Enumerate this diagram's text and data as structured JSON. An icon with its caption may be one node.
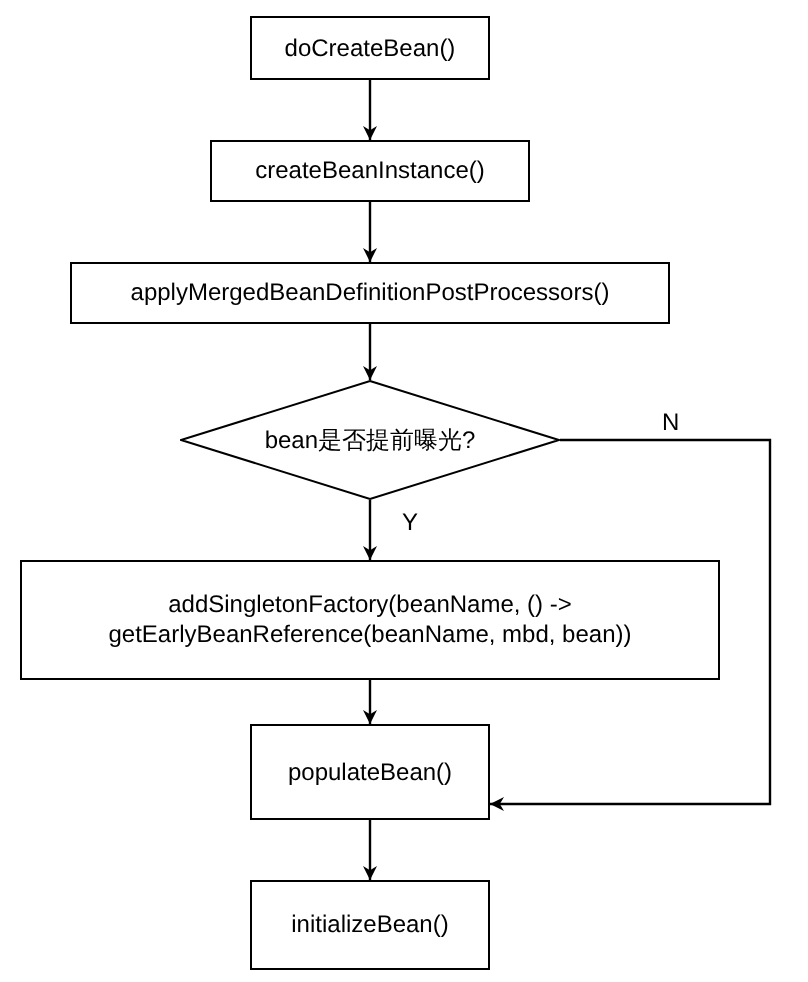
{
  "diagram": {
    "nodes": [
      {
        "text": [
          "doCreateBean()"
        ]
      },
      {
        "text": [
          "createBeanInstance()"
        ]
      },
      {
        "text": [
          "applyMergedBeanDefinitionPostProcessors()"
        ]
      },
      {
        "text": [
          "bean是否提前曝光?"
        ]
      },
      {
        "text": [
          "addSingletonFactory(beanName, () -> getEarlyBeanReference(beanName, mbd, bean))"
        ]
      },
      {
        "text": [
          "populateBean()"
        ]
      },
      {
        "text": [
          "initializeBean()"
        ]
      }
    ],
    "edges": [
      {
        "from": 0,
        "to": 1,
        "arrow": "to"
      },
      {
        "from": 1,
        "to": 2,
        "arrow": "to"
      },
      {
        "from": 2,
        "to": 3,
        "arrow": "to"
      },
      {
        "from": 3,
        "to": 4,
        "arrow": "to",
        "label": "Y"
      },
      {
        "from": 4,
        "to": 5,
        "arrow": "to"
      },
      {
        "from": 5,
        "to": 6,
        "arrow": "to"
      },
      {
        "from": 3,
        "to": 5,
        "arrow": "to",
        "label": "N"
      }
    ]
  }
}
